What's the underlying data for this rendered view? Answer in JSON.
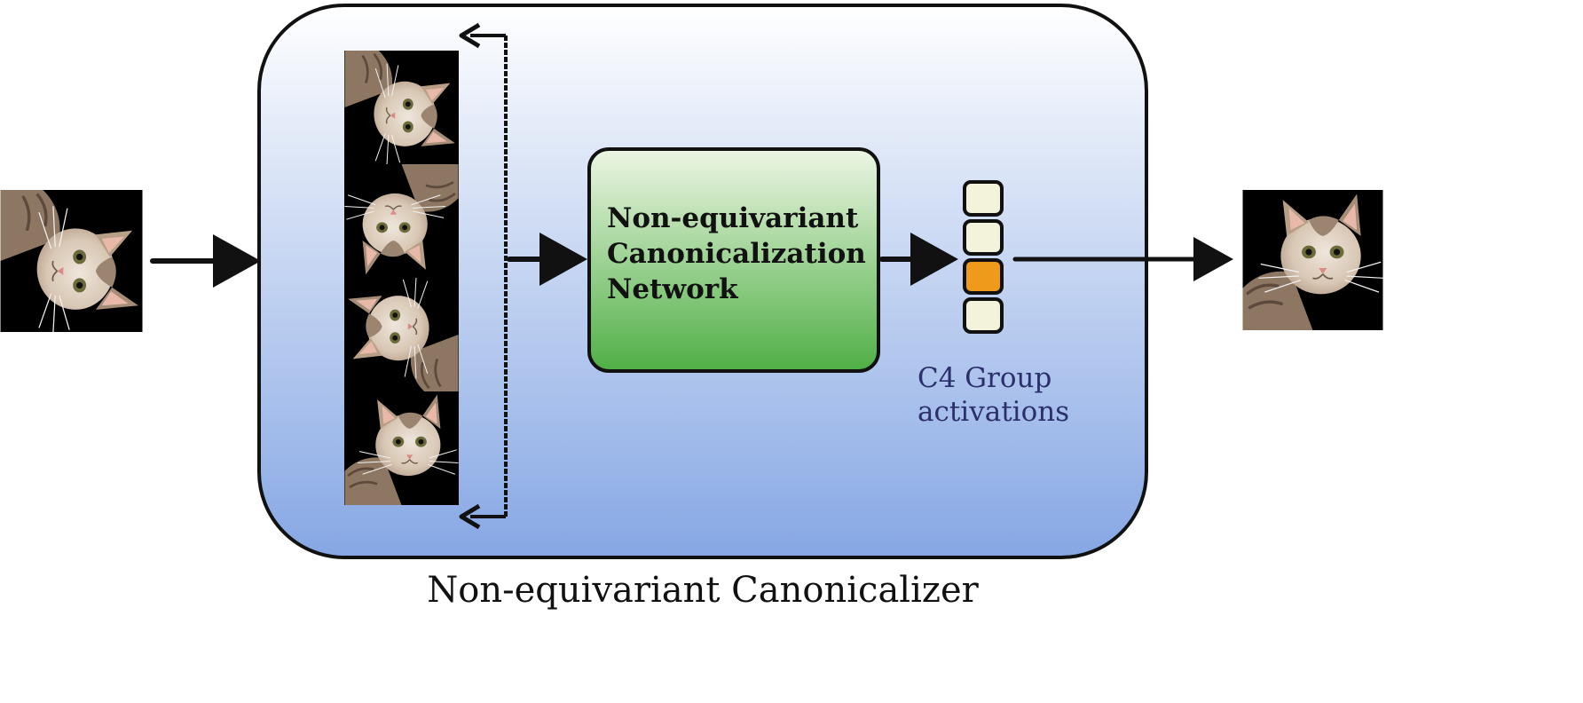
{
  "diagram": {
    "container_label": "Non-equivariant Canonicalizer",
    "network_label_lines": [
      "Non-equivariant",
      "Canonicalization",
      "Network"
    ],
    "activation_label_lines": [
      "C4 Group",
      "activations"
    ],
    "activation_cells": 4,
    "highlighted_cell_index": 2,
    "rotation_stack_angles_deg": [
      90,
      180,
      270,
      0
    ],
    "input_rotation_deg": 90,
    "output_rotation_deg": 0
  },
  "colors": {
    "container_fill_top": "#ffffff",
    "container_fill_bottom": "#86a7e4",
    "network_fill_top": "#edf6e4",
    "network_fill_bottom": "#4faf45",
    "cell_fill": "#f3f3dc",
    "cell_highlight": "#ef9a1a",
    "activation_text": "#2b2f6b",
    "stroke": "#111111"
  }
}
